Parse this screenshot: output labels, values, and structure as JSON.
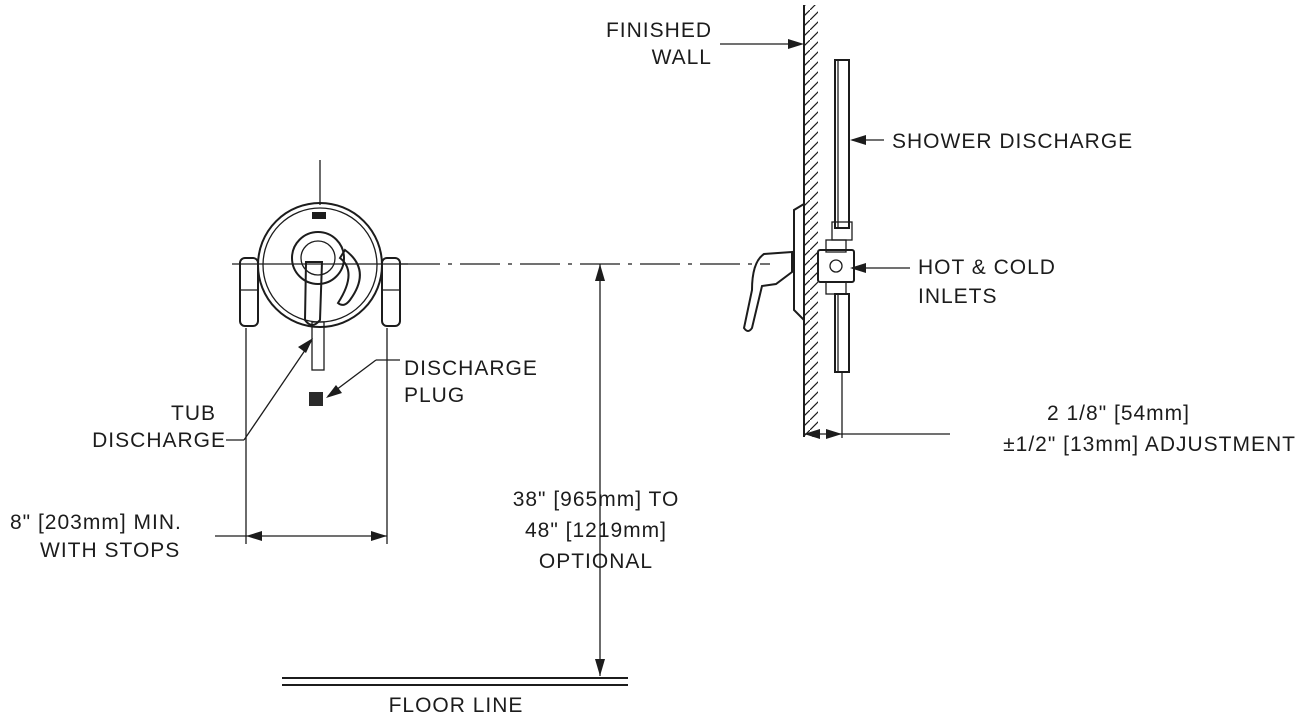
{
  "labels": {
    "finished_wall": [
      "FINISHED",
      "WALL"
    ],
    "shower_discharge": "SHOWER DISCHARGE",
    "hot_cold_inlets": [
      "HOT & COLD",
      "INLETS"
    ],
    "discharge_plug": [
      "DISCHARGE",
      "PLUG"
    ],
    "tub_discharge": [
      "TUB",
      "DISCHARGE"
    ],
    "stops_width": [
      "8\" [203mm] MIN.",
      "WITH STOPS"
    ],
    "mount_height": [
      "38\" [965mm] TO",
      "48\" [1219mm]",
      "OPTIONAL"
    ],
    "wall_offset": [
      "2 1/8\" [54mm]",
      "±1/2\" [13mm] ADJUSTMENT"
    ],
    "floor_line": "FLOOR LINE"
  },
  "colors": {
    "ink": "#1c1c1c",
    "paper": "#ffffff"
  }
}
